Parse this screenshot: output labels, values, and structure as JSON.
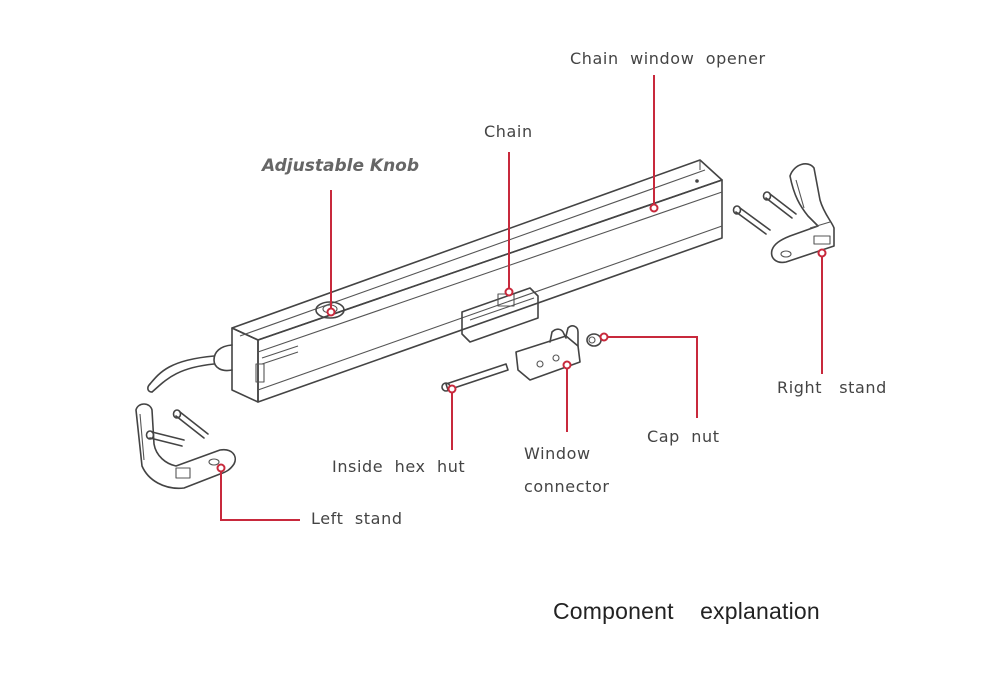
{
  "figure": {
    "caption": "Component    explanation",
    "labels": {
      "chain_window_opener": "Chain  window  opener",
      "chain": "Chain",
      "adjustable_knob": "Adjustable Knob",
      "right_stand": "Right   stand",
      "cap_nut": "Cap  nut",
      "window_connector_line1": "Window",
      "window_connector_line2": "connector",
      "inside_hex_hut": "Inside  hex  hut",
      "left_stand": "Left  stand"
    },
    "colors": {
      "leader_line": "#c8293c",
      "drawing_line": "#444444",
      "label_text": "#444444"
    }
  }
}
